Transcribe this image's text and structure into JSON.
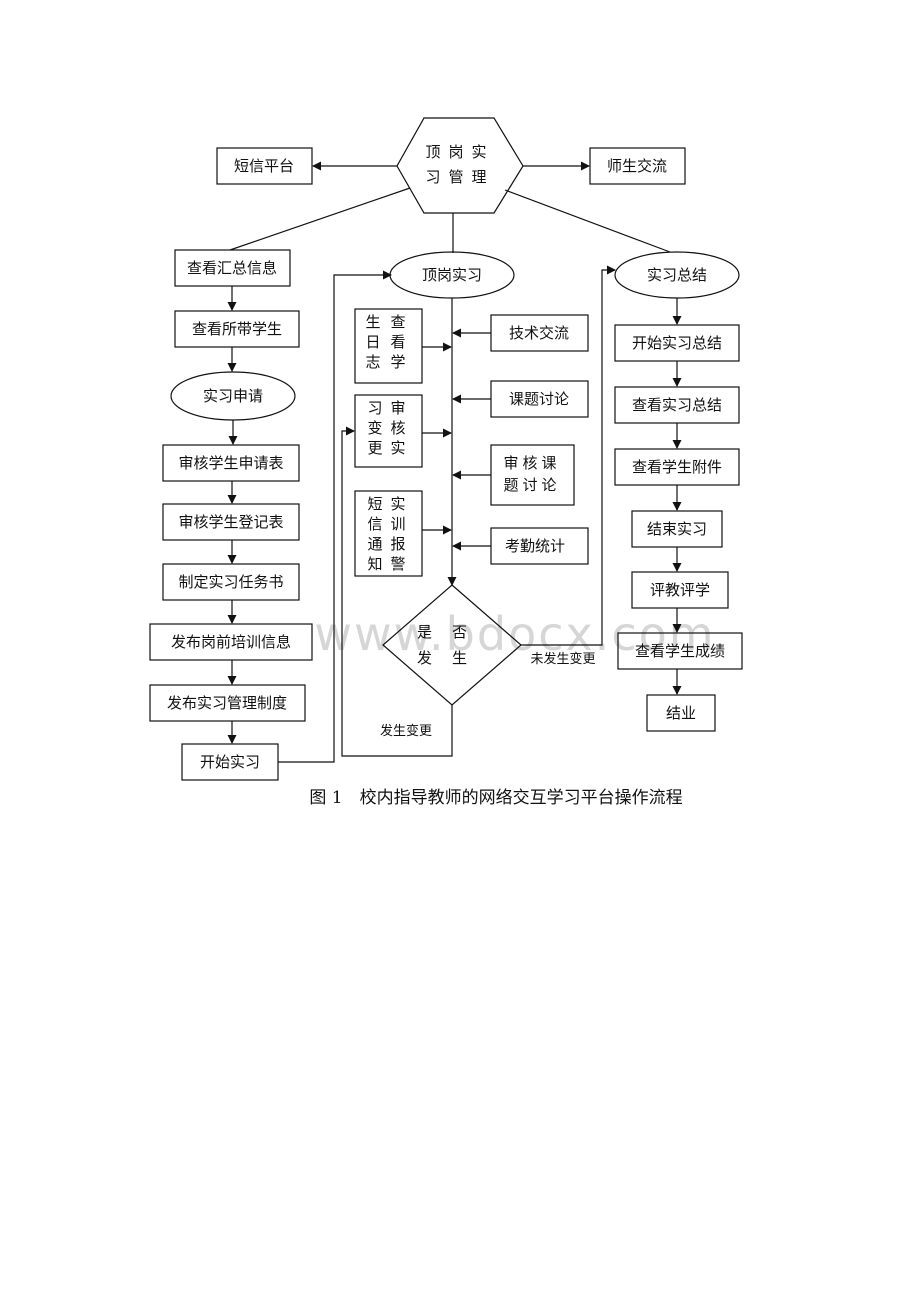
{
  "diagram": {
    "root": "顶岗实习管理",
    "sms_platform": "短信平台",
    "teacher_student_exchange": "师生交流",
    "left_column": {
      "view_summary": "查看汇总信息",
      "view_students": "查看所带学生",
      "internship_application": "实习申请",
      "review_application_form": "审核学生申请表",
      "review_registration_form": "审核学生登记表",
      "make_task_book": "制定实习任务书",
      "publish_training_info": "发布岗前培训信息",
      "publish_rules": "发布实习管理制度",
      "start_internship": "开始实习"
    },
    "middle_column": {
      "internship": "顶岗实习",
      "view_student_log": "查看学生日志",
      "review_internship_change": "审核实习变更",
      "sms_alert": "实训报警短信通知",
      "tech_exchange": "技术交流",
      "topic_discussion": "课题讨论",
      "review_topic_discussion": "审核课题讨论",
      "attendance_stats": "考勤统计",
      "decision": "是否发生",
      "no_change": "未发生变更",
      "changed": "发生变更"
    },
    "right_column": {
      "internship_summary": "实习总结",
      "start_summary": "开始实习总结",
      "view_summary": "查看实习总结",
      "view_attachments": "查看学生附件",
      "end_internship": "结束实习",
      "evaluation": "评教评学",
      "view_grades": "查看学生成绩",
      "graduation": "结业"
    },
    "caption": "图 1　校内指导教师的网络交互学习平台操作流程"
  },
  "watermark": "www.bdocx.com",
  "colors": {
    "line": "#111111",
    "background": "#ffffff",
    "watermark": "#d6d6d6"
  }
}
